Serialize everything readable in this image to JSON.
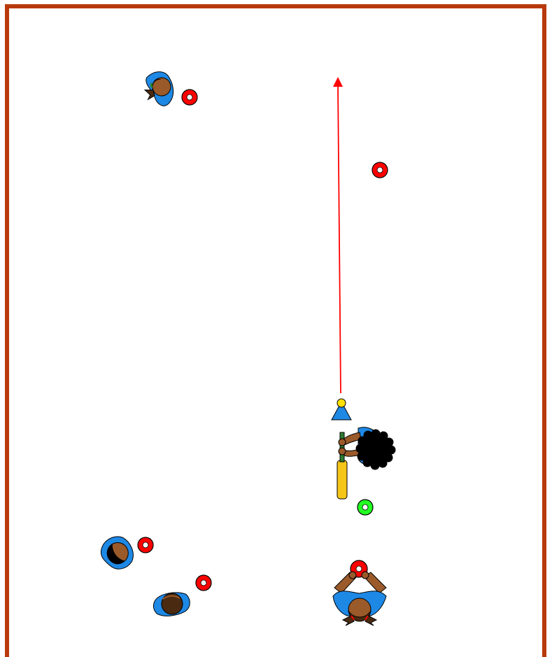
{
  "pitch": {
    "border_color": "#b83a0a",
    "surface_color": "#ffffff"
  },
  "colors": {
    "shirt": "#1e88e5",
    "skin_brown": "#9a5a2a",
    "skin_dark": "#4a2a10",
    "hair_black": "#000000",
    "cone_red": "#ff0000",
    "cone_green": "#22ff22",
    "stump_cone_blue": "#1e88e5",
    "stump_ball_yellow": "#ffe000",
    "bat_yellow": "#f5c518",
    "arrow_red": "#ff0000"
  },
  "players": [
    {
      "name": "fielder-top-left",
      "icon": "player-icon",
      "role": "fielder"
    },
    {
      "name": "batter",
      "icon": "batter-icon",
      "role": "batter"
    },
    {
      "name": "bowler",
      "icon": "bowler-icon",
      "role": "bowler"
    },
    {
      "name": "fielder-bottom-left-1",
      "icon": "player-icon",
      "role": "fielder"
    },
    {
      "name": "fielder-bottom-left-2",
      "icon": "player-icon",
      "role": "fielder"
    }
  ],
  "markers": [
    {
      "name": "red-cone-marker",
      "color": "red"
    },
    {
      "name": "red-cone-marker",
      "color": "red"
    },
    {
      "name": "green-cone-marker",
      "color": "green"
    },
    {
      "name": "red-cone-marker",
      "color": "red"
    },
    {
      "name": "red-cone-marker",
      "color": "red"
    },
    {
      "name": "red-cone-marker",
      "color": "red"
    }
  ],
  "arrow": {
    "icon": "arrow-icon",
    "meaning": "ball direction"
  }
}
